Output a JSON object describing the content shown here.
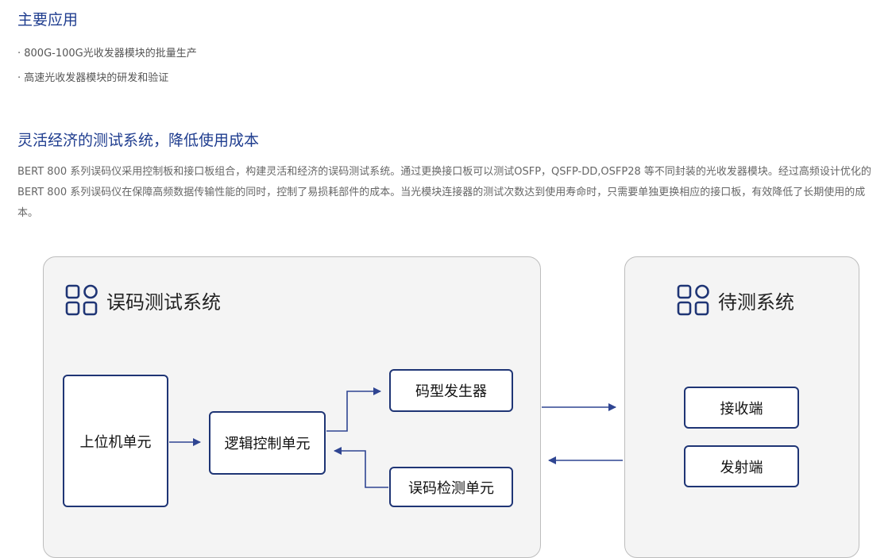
{
  "main_apps": {
    "title": "主要应用",
    "items": [
      "· 800G-100G光收发器模块的批量生产",
      "· 高速光收发器模块的研发和验证"
    ]
  },
  "economy": {
    "title": "灵活经济的测试系统，降低使用成本",
    "paragraph": "BERT 800 系列误码仪采用控制板和接口板组合，构建灵活和经济的误码测试系统。通过更换接口板可以测试OSFP，QSFP-DD,OSFP28 等不同封装的光收发器模块。经过高频设计优化的 BERT 800 系列误码仪在保障高频数据传输性能的同时，控制了易损耗部件的成本。当光模块连接器的测试次数达到使用寿命时，只需要单独更换相应的接口板，有效降低了长期使用的成本。"
  },
  "diagram": {
    "bert_title": "误码测试系统",
    "dut_title": "待测系统",
    "pc_unit": "上位机单元",
    "logic_unit": "逻辑控制单元",
    "pattern_gen": "码型发生器",
    "error_det": "误码检测单元",
    "receiver": "接收端",
    "transmitter": "发射端",
    "icon": "apps-grid-icon",
    "line_color": "#2f4592"
  }
}
